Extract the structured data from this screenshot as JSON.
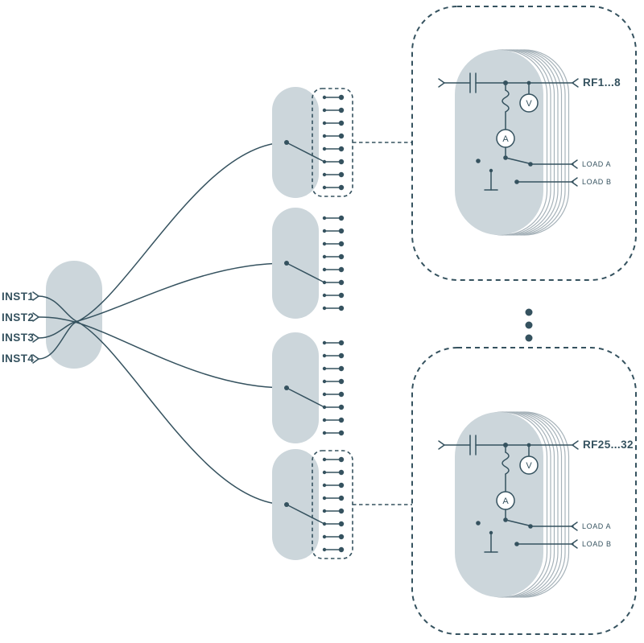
{
  "diagram": {
    "inputs": [
      {
        "label": "INST1"
      },
      {
        "label": "INST2"
      },
      {
        "label": "INST3"
      },
      {
        "label": "INST4"
      }
    ],
    "detail_top": {
      "rf_label": "RF1...8",
      "load_a": "LOAD A",
      "load_b": "LOAD B",
      "voltmeter": "V",
      "ammeter": "A"
    },
    "detail_bottom": {
      "rf_label": "RF25...32",
      "load_a": "LOAD A",
      "load_b": "LOAD B",
      "voltmeter": "V",
      "ammeter": "A"
    },
    "colors": {
      "line": "#35525f",
      "fill": "#ccd6db",
      "stack_outline": "#a7b3ba",
      "background": "#ffffff"
    }
  }
}
